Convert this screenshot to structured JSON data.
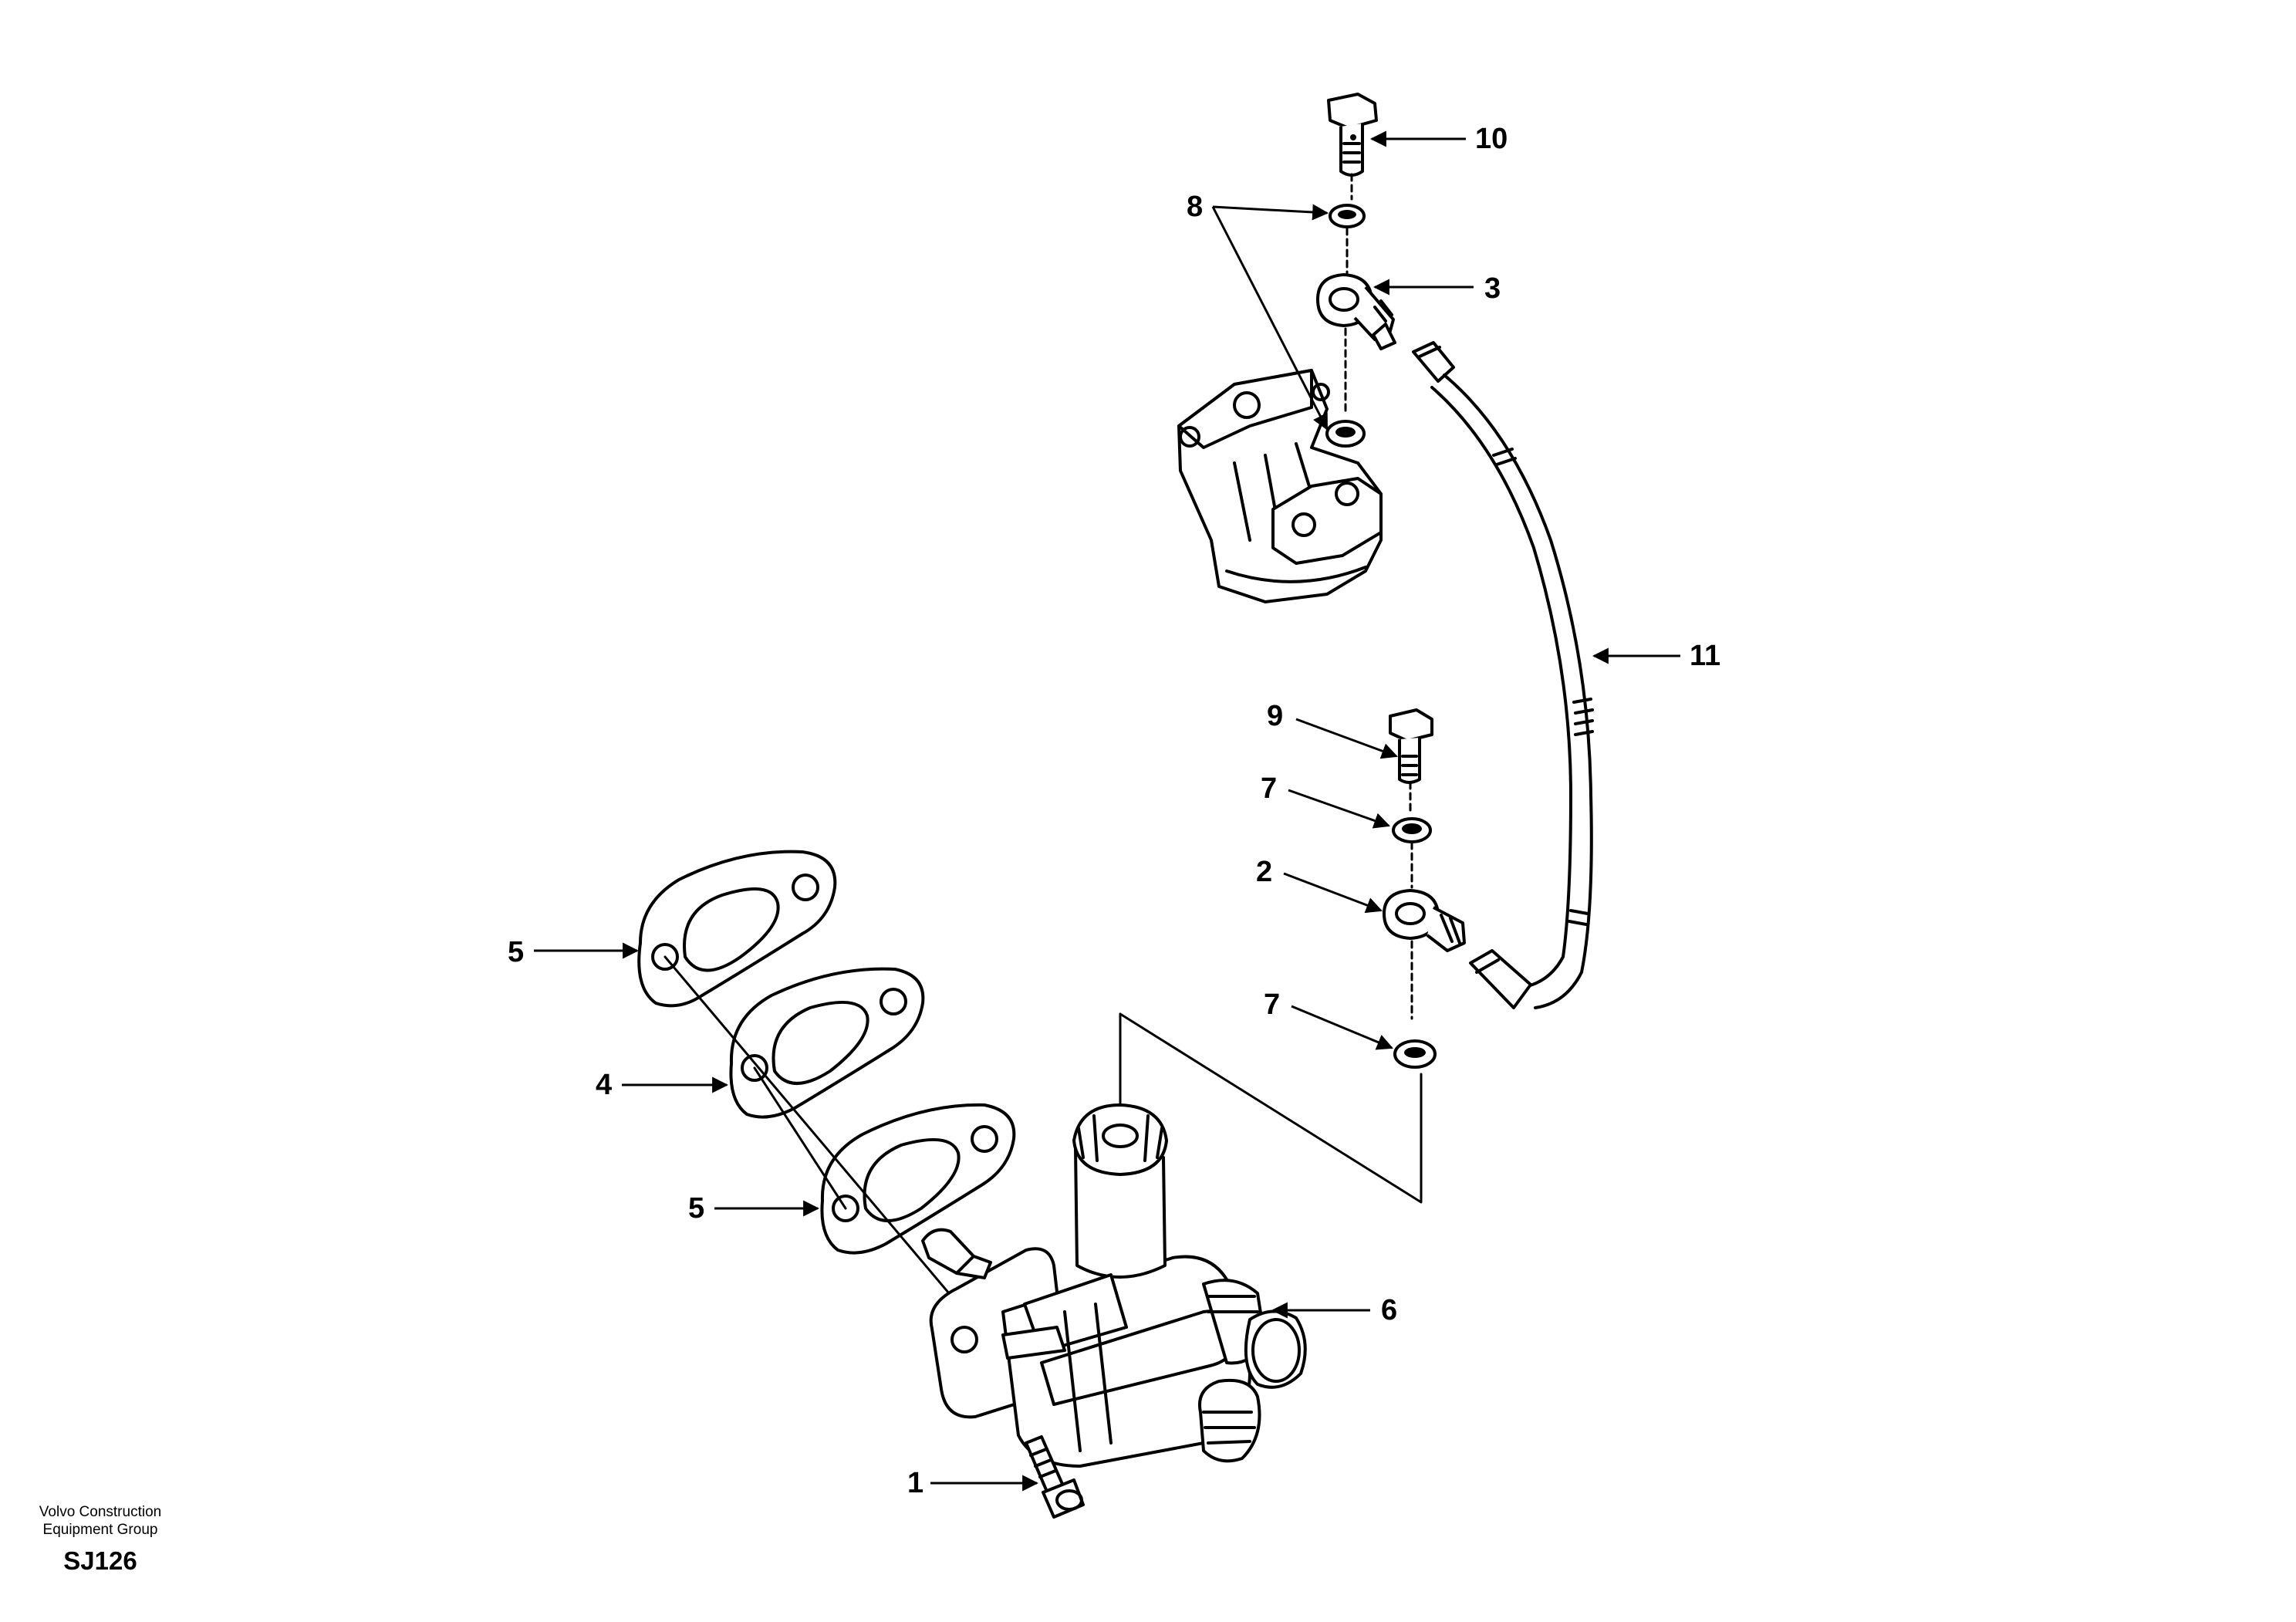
{
  "footer": {
    "company_line1": "Volvo Construction",
    "company_line2": "Equipment Group",
    "drawing_code": "SJ126"
  },
  "callouts": {
    "c1": "1",
    "c2": "2",
    "c3": "3",
    "c4": "4",
    "c5a": "5",
    "c5b": "5",
    "c6": "6",
    "c7a": "7",
    "c7b": "7",
    "c8": "8",
    "c9": "9",
    "c10": "10",
    "c11": "11"
  }
}
